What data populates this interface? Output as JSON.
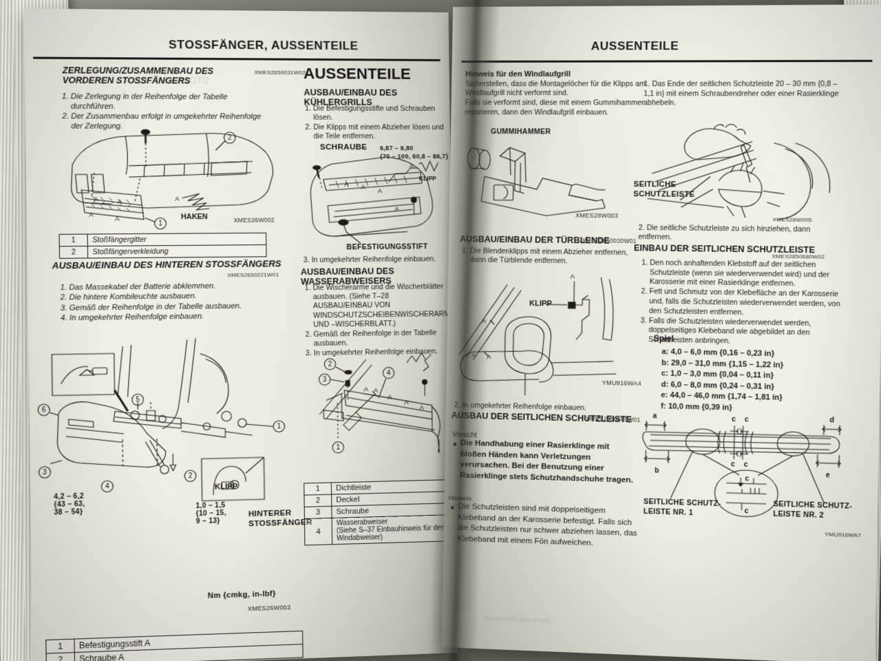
{
  "scene": {
    "description": "Photograph of an open German automotive workshop manual, two facing pages",
    "paper_color": "#eceadf",
    "ink_color": "#1a1a1a",
    "bookmark_color": "#c0504a"
  },
  "left_page": {
    "running_head": "STOSSFÄNGER, AUSSENTEILE",
    "col1": {
      "section_title": "ZERLEGUNG/ZUSAMMENBAU DES VORDEREN STOSSFÄNGERS",
      "section_code": "XMES2650031W02",
      "steps": [
        "Die Zerlegung in der Reihenfolge der Tabelle durchführen.",
        "Der Zusammenbau erfolgt in umgekehrter Reihenfolge der Zerlegung."
      ],
      "figure1": {
        "callouts": [
          "1",
          "2"
        ],
        "labels": [
          "A",
          "HAKEN"
        ],
        "figure_code": "XMES26W002"
      },
      "table1": {
        "rows": [
          {
            "no": "1",
            "name": "Stoßfängergitter"
          },
          {
            "no": "2",
            "name": "Stoßfängerverkleidung"
          }
        ]
      },
      "section_title2": "AUSBAU/EINBAU DES HINTEREN STOSSFÄNGERS",
      "section_code2": "XMES2650221W01",
      "steps2": [
        "Das Massekabel der Batterie abklemmen.",
        "Die hintere Kombileuchte ausbauen.",
        "Gemäß der Reihenfolge in der Tabelle ausbauen.",
        "In umgekehrter Reihenfolge einbauen."
      ],
      "figure2": {
        "callouts": [
          "1",
          "2",
          "3",
          "4",
          "5",
          "6"
        ],
        "torque1": "4,2 – 6,2\n{43 – 63,\n38 – 54}",
        "torque2": "1,0 – 1,5\n{10 – 15,\n9 – 13}",
        "label_clip": "KLIPP",
        "label_bumper": "HINTERER\nSTOSSFÄNGER",
        "unit_note": "Nm {cmkg, in-lbf}",
        "figure_code": "XMES26W003"
      },
      "table2": {
        "rows": [
          {
            "no": "1",
            "name": "Befestigungsstift A"
          },
          {
            "no": "2",
            "name": "Schraube A"
          }
        ]
      }
    },
    "col2": {
      "section_title": "AUSSENTEILE",
      "sub_title": "AUSBAU/EINBAU DES KÜHLERGRILLS",
      "steps": [
        "Die Befestigungsstifte und Schrauben lösen.",
        "Die Klipps mit einem Abzieher lösen und die Teile entfernen."
      ],
      "figure1": {
        "label_screw": "SCHRAUBE",
        "torque": "6,87 – 9,80\n{70 – 100, 60,8 – 86,7}",
        "label_a": "A",
        "label_clip": "KLIPP",
        "label_pin": "BEFESTIGUNGSSTIFT"
      },
      "step3": "3. In umgekehrter Reihenfolge einbauen.",
      "sub_title2": "AUSBAU/EINBAU DES WASSERABWEISERS",
      "steps2": [
        "Die Wischerarme und die Wischerblätter ausbauen. (Siehe T–28 AUSBAU/EINBAU VON WINDSCHUTZSCHEIBENWISCHERARM UND –WISCHERBLATT.)",
        "Gemäß der Reihenfolge in der Tabelle ausbauen.",
        "In umgekehrter Reihenfolge einbauen."
      ],
      "figure2": {
        "callouts": [
          "1",
          "2",
          "3",
          "4"
        ],
        "label_a": "A"
      },
      "table": {
        "rows": [
          {
            "no": "1",
            "name": "Dichtleiste"
          },
          {
            "no": "2",
            "name": "Deckel"
          },
          {
            "no": "3",
            "name": "Schraube"
          },
          {
            "no": "4",
            "name": "Wasserabweiser\n(Siehe S–37 Einbauhinweis für den Windabweiser)"
          }
        ]
      }
    }
  },
  "right_page": {
    "running_head": "AUSSENTEILE",
    "col1": {
      "note_title": "Hinweis für den Windlaufgrill",
      "note_lines": [
        "Sicherstellen, dass die Montagelöcher für die Klipps am Windlaufgrill nicht verformt sind.",
        "Falls sie verformt sind, diese mit einem Gummihammer reparieren, dann den Windlaufgrill einbauen."
      ],
      "figure1": {
        "label_hammer": "GUMMIHAMMER",
        "figure_code": "XMES28W003"
      },
      "sub_title": "AUSBAU/EINBAU DER TÜRBLENDE",
      "sub_code": "XMES2850030W01",
      "steps": [
        "Die Blendenklipps mit einem Abzieher entfernen, dann die Türblende entfernen."
      ],
      "figure2": {
        "label_a": "A",
        "label_clip": "KLIPP",
        "figure_code": "YMU916WA4"
      },
      "step2": "2. In umgekehrter Reihenfolge einbauen.",
      "sub_title2": "AUSBAU DER SEITLICHEN SCHUTZLEISTE",
      "sub_code2": "XMES2850680W01",
      "caution_label": "Vorsicht",
      "caution_text": "Die Handhabung einer Rasierklinge mit bloßen Händen kann Verletzungen verursachen. Bei der Benutzung einer Rasierklinge stets Schutzhandschuhe tragen.",
      "note_label": "Hinweis",
      "note_text": "Die Schutzleisten sind mit doppelseitigem Klebeband an der Karosserie befestigt. Falls sich die Schutzleisten nur schwer abziehen lassen, das Klebeband mit einem Fön aufweichen."
    },
    "col2": {
      "step1": "1. Das Ende der seitlichen Schutzleiste 20 – 30 mm {0,8 – 1,1 in} mit einem Schraubendreher oder einer Rasierklinge abhebeln.",
      "figure1": {
        "label": "SEITLICHE\nSCHUTZLEISTE",
        "figure_code": "XMES28W005"
      },
      "step2": "2. Die seitliche Schutzleiste zu sich hinziehen, dann entfernen.",
      "sub_title": "EINBAU DER SEITLICHEN SCHUTZLEISTE",
      "sub_code": "XMES2850680W02",
      "steps": [
        "Den noch anhaftenden Klebstoff auf der seitlichen Schutzleiste (wenn sie wiederverwendet wird) und der Karosserie mit einer Rasierklinge entfernen.",
        "Fett und Schmutz von der Klebefläche an der Karosserie und, falls die Schutzleisten wiederverwendet werden, von den Schutzleisten entfernen.",
        "Falls die Schutzleisten wiederverwendet werden, doppelseitiges Klebeband wie abgebildet an den Schutzleisten anbringen."
      ],
      "clearance_title": "Spiel",
      "clearances": [
        "a: 4,0 – 6,0 mm {0,16 – 0,23 in}",
        "b: 29,0 – 31,0 mm {1,15 – 1,22 in}",
        "c: 1,0 – 3,0 mm {0,04 – 0,11 in}",
        "d: 6,0 – 8,0 mm {0,24 – 0,31 in}",
        "e: 44,0 – 46,0 mm {1,74 – 1,81 in}",
        "f: 10,0 mm {0,39 in}"
      ],
      "figure2": {
        "dim_labels": [
          "a",
          "b",
          "c",
          "c",
          "c",
          "c",
          "d",
          "e"
        ],
        "label_left": "SEITLICHE SCHUTZ-\nLEISTE NR. 1",
        "label_right": "SEITLICHE SCHUTZ-\nLEISTE NR. 2",
        "figure_code": "YMU916WA7"
      }
    }
  }
}
